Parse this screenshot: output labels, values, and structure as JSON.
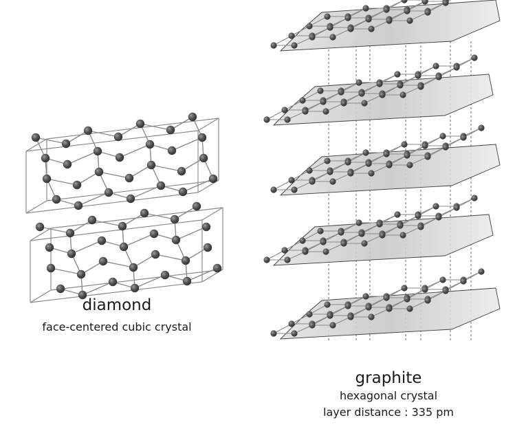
{
  "diamond": {
    "title": "diamond",
    "subtitle": "face-centered cubic crystal"
  },
  "graphite": {
    "title": "graphite",
    "subtitle": "hexagonal crystal",
    "layer_distance": "layer distance : 335 pm"
  },
  "colors": {
    "atom": "#4a4a4a",
    "bond": "#8a8a8a",
    "layer_fill": "#d6d6d6",
    "text": "#1a1a1a"
  }
}
